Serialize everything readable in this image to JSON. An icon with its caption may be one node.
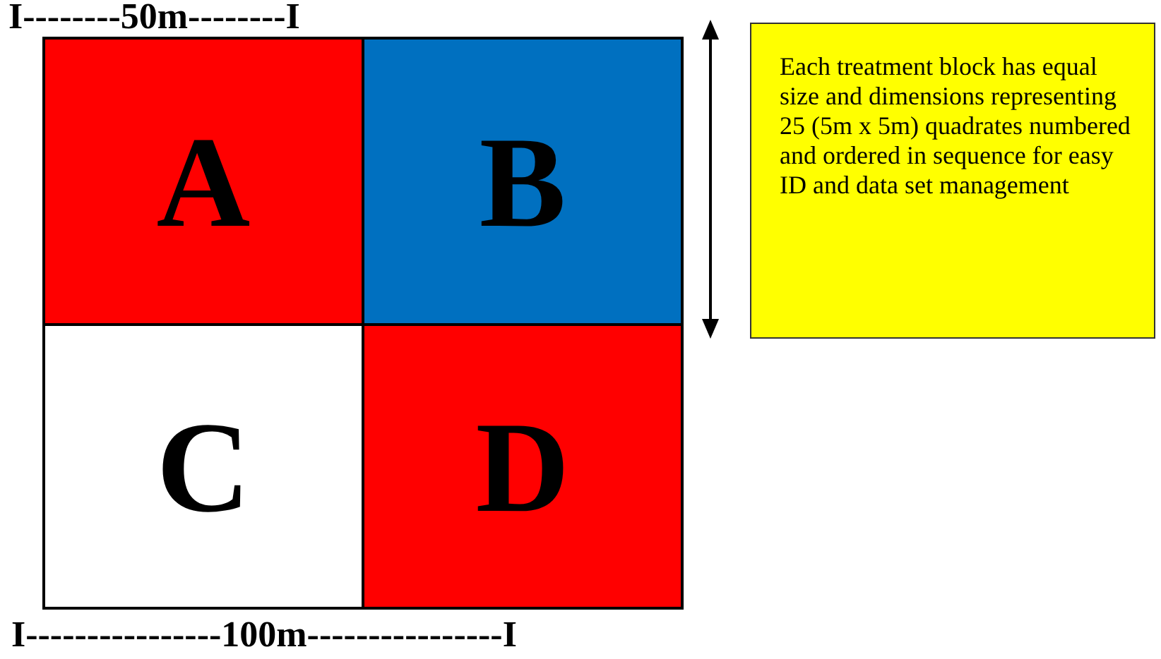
{
  "diagram": {
    "nodes": [
      {
        "text": [
          "A"
        ]
      },
      {
        "text": [
          "B"
        ]
      },
      {
        "text": [
          "C"
        ]
      },
      {
        "text": [
          "D"
        ]
      },
      {
        "text": [
          "Each treatment block has equal size and dimensions representing 25 (5m x 5m) quadrates numbered and ordered in sequence for easy ID and data set management"
        ]
      }
    ],
    "edges": [],
    "labels": [
      "I--------50m--------I",
      "I----------------100m----------------I"
    ]
  }
}
